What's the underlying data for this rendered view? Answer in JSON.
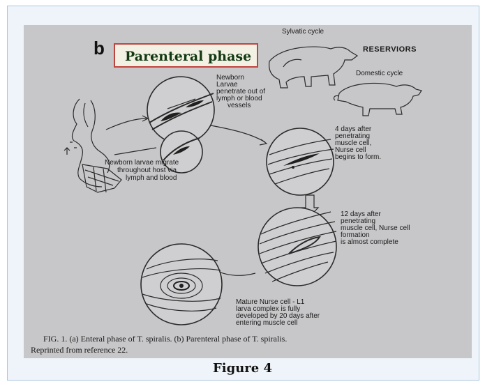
{
  "figure": {
    "panel_letter": "b",
    "panel_title": "Parenteral phase",
    "labels": {
      "sylvatic": "Sylvatic cycle",
      "reservoirs": "RESERVIORS",
      "domestic": "Domestic cycle",
      "newborn_1": "Newborn",
      "newborn_2": "Larvae",
      "newborn_3": "penetrate out of",
      "newborn_4": "lymph or blood",
      "newborn_5": "vessels",
      "migrate_1": "Newborn larvae migrate",
      "migrate_2": "throughout host via",
      "migrate_3": "lymph and blood",
      "four_1": "4 days after",
      "four_2": "penetrating",
      "four_3": "muscle cell,",
      "four_4": "Nurse cell",
      "four_5": "begins to form.",
      "twelve_1": "12 days after",
      "twelve_2": "penetrating",
      "twelve_3": "muscle cell, Nurse cell",
      "twelve_4": "formation",
      "twelve_5": "is almost complete",
      "mature_1": "Mature Nurse cell - L1",
      "mature_2": "larva complex is fully",
      "mature_3": "developed by 20 days after",
      "mature_4": "entering muscle cell"
    },
    "caption_line1": "FIG. 1. (a) Enteral phase of T. spiralis. (b) Parenteral phase of T. spiralis.",
    "caption_line2": "Reprinted from reference 22."
  },
  "figure_caption": "Figure 4"
}
